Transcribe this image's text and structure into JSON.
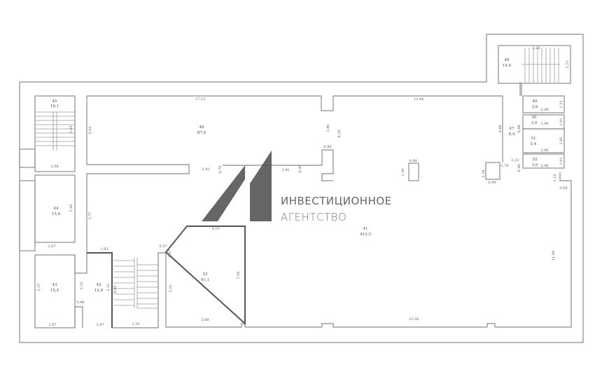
{
  "rooms": [
    {
      "num": "45",
      "area": "16,1"
    },
    {
      "num": "46",
      "area": "87,6"
    },
    {
      "num": "44",
      "area": "15,6"
    },
    {
      "num": "43",
      "area": "15,4"
    },
    {
      "num": "42",
      "area": "12,4"
    },
    {
      "num": "53",
      "area": "41,1"
    },
    {
      "num": "41",
      "area": "413,3"
    },
    {
      "num": "48",
      "area": "14,4"
    },
    {
      "num": "47",
      "area": "6,4"
    },
    {
      "num": "49",
      "area": "3,6"
    },
    {
      "num": "50",
      "area": "3,0"
    },
    {
      "num": "51",
      "area": "5,4"
    },
    {
      "num": "52",
      "area": "3,0"
    }
  ],
  "dims": [
    "17,13",
    "12,44",
    "5,03",
    "5,44",
    "2,96",
    "2,80",
    "6,28",
    "0,86",
    "2,41",
    "0,70",
    "2,41",
    "0,40",
    "0,99",
    "1,30",
    "5,45",
    "5,77",
    "2,87",
    "1,93",
    "0,57",
    "0,67",
    "4,10",
    "7,50",
    "5,22",
    "5,68",
    "5,57",
    "2,33",
    "5,51",
    "8,05",
    "0,88",
    "2,87",
    "1,87",
    "3,33",
    "23,58",
    "11,84",
    "3,26",
    "2,73",
    "4,88",
    "4,88",
    "2,99",
    "1,22",
    "2,99",
    "1,01",
    "2,96",
    "1,82",
    "2,96",
    "1,01",
    "1,70",
    "1,33",
    "0,40",
    "1,28",
    "0,99",
    "1,10",
    "0,69"
  ],
  "logo": {
    "line1": "ИНВЕСТИЦИОННОЕ",
    "line2": "АГЕНТСТВО",
    "mark": "А1"
  },
  "colors": {
    "wall": "#8a8a8a",
    "logo": "#555555"
  }
}
